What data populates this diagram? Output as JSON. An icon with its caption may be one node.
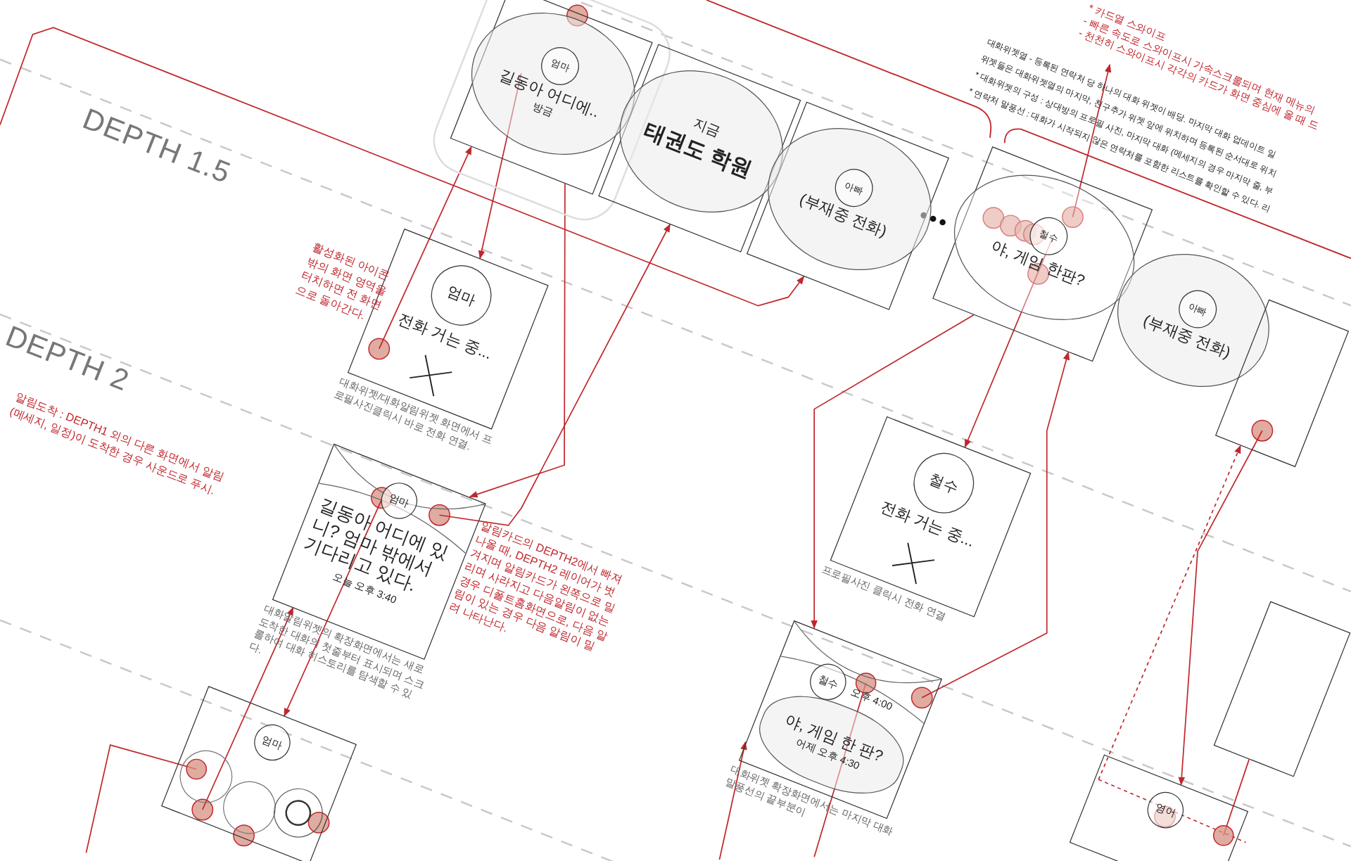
{
  "diagram": {
    "nodes": [
      {
        "text": [
          "엄마",
          "길동아 어디에..",
          "방금"
        ]
      },
      {
        "text": [
          "지금",
          "태권도 학원"
        ]
      },
      {
        "text": [
          "아빠",
          "(부재중 전화)"
        ]
      },
      {
        "text": [
          "철수",
          "야, 게임 한판?"
        ]
      },
      {
        "text": [
          "아빠",
          "(부재중 전화)"
        ]
      },
      {
        "text": [],
        "shape": "box"
      },
      {
        "text": [
          "* 카드열 스와이프",
          "- 빠른 속도로 스와이프시 가속스크롤되며 현재 메뉴의",
          "- 천천히 스와이프시 각각의 카드가 화면 중심에 올 때 드"
        ]
      },
      {
        "text": [
          "엄마",
          "전화 거는 중...",
          "대화위젯/대화알림위젯 화면에서 프로필사진클릭시 바로 전화 연결."
        ]
      },
      {
        "text": [
          "엄마",
          "길동아 어디에 있니? 엄마 밖에서 기다리고 있다.",
          "오늘 오후 3:40",
          "대화알림위젯의 확장화면에서는 새로 도착한 대화의 첫줄부터 표시되며 스크롤하여 대화 히스토리를 탐색할 수 있다."
        ]
      },
      {
        "text": [
          "엄마"
        ]
      },
      {
        "text": [
          "철수",
          "전화 거는 중...",
          "프로필사진 클릭시 전화 연결"
        ]
      },
      {
        "text": [
          "철수",
          "오후 4:00",
          "야, 게임 한 판?",
          "어제 오후 4:30",
          "대화위젯 확장화면에서는 마지막 대화 말풍선의 끝부분이"
        ]
      },
      {
        "text": [
          "영어"
        ]
      },
      {
        "text": [],
        "shape": "box"
      }
    ],
    "edges": [
      {
        "from": 0,
        "to": 7,
        "arrow": "to"
      },
      {
        "from": 7,
        "to": 0,
        "arrow": "to"
      },
      {
        "from": 0,
        "to": 8,
        "arrow": "to"
      },
      {
        "from": 8,
        "to": 1,
        "arrow": "to"
      },
      {
        "from": 8,
        "to": 9,
        "arrow": "to"
      },
      {
        "from": 9,
        "to": 8,
        "arrow": "to"
      },
      {
        "from": null,
        "to": 2,
        "arrow": "to"
      },
      {
        "from": 9,
        "to": null,
        "arrow": "other"
      },
      {
        "from": 3,
        "to": 10,
        "arrow": "to"
      },
      {
        "from": 11,
        "to": 3,
        "arrow": "to"
      },
      {
        "from": 3,
        "to": 11,
        "arrow": "to"
      },
      {
        "from": 3,
        "to": 6,
        "arrow": "to"
      },
      {
        "from": 12,
        "to": 5,
        "arrow": "to",
        "style": "dashed"
      },
      {
        "from": 5,
        "to": 12,
        "arrow": "to"
      },
      {
        "from": 12,
        "to": 13,
        "arrow": "other"
      },
      {
        "from": 11,
        "to": null,
        "arrow": "other"
      },
      {
        "from": null,
        "to": 11,
        "arrow": "to"
      }
    ],
    "labels": [
      "DEPTH 1.5",
      "DEPTH 2",
      "활성화된 아이콘 밖의 화면 영역을 터치하면 전 화면으로 돌아간다.",
      "알림도착 : DEPTH1 외의 다른 화면에서 알림(메세지, 일정)이 도착한 경우 사운드로 푸시.",
      "알림카드의 DEPTH2에서 빠져나올 때, DEPTH2 레이어가 벗겨지며 알림카드가 왼쪽으로 밀리며 사라지고 다음알림이 없는 경우 디폴트홈화면으로, 다음 알림이 있는 경우 다음 알림이 밀려 나타난다.",
      "대화위젯열 - 등록된 연락처 당 하나의 대화 위젯이 배당. 마지막 대화 업데이트 일",
      "위젯들은 대화위젯열의 마지막, 친구추가 위젯 앞에 위치하며 등록된 순서대로 위치",
      "* 대화위젯의 구성 : 상대방의 프로필 사진, 마지막 대화 (메세지의 경우 마지막 줄, 부",
      "* 연락처 말풍선 : 대화가 시작되지 않은 연락처를 포함한 리스트를 확인할 수 있다. 리"
    ]
  }
}
